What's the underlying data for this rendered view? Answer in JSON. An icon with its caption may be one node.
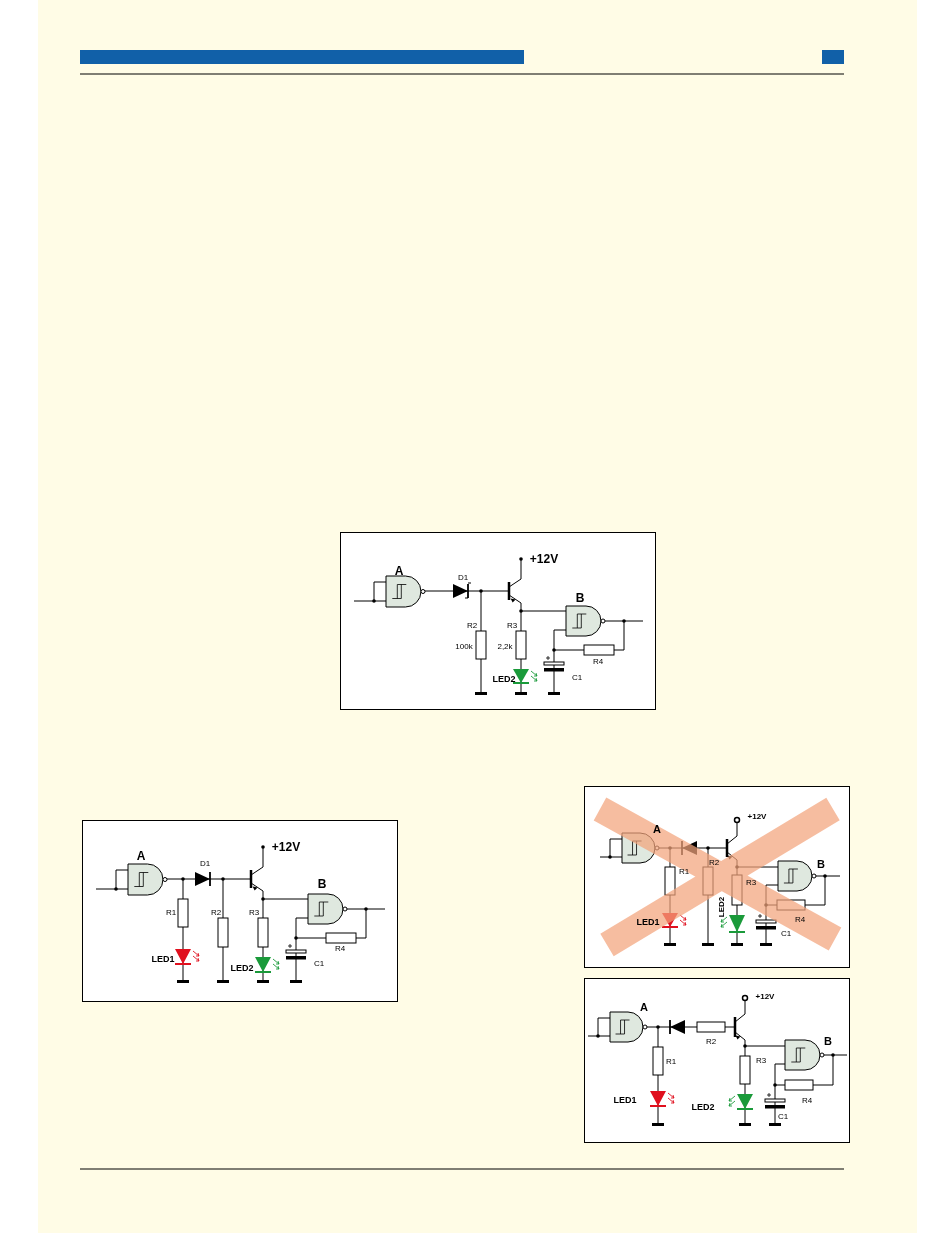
{
  "diagram": {
    "labels": [
      "+12V",
      "A",
      "D1",
      "B",
      "R2",
      "R3",
      "100k",
      "2,2k",
      "R4",
      "LED2",
      "C1",
      "A",
      "+12V",
      "D1",
      "B",
      "R1",
      "R2",
      "R3",
      "R4",
      "LED1",
      "LED2",
      "C1",
      "+12V",
      "A",
      "B",
      "R2",
      "R1",
      "R3",
      "LED2",
      "LED1",
      "R4",
      "C1",
      "+12V",
      "A",
      "B",
      "R2",
      "R1",
      "R3",
      "LED1",
      "R4",
      "LED2",
      "C1"
    ]
  }
}
